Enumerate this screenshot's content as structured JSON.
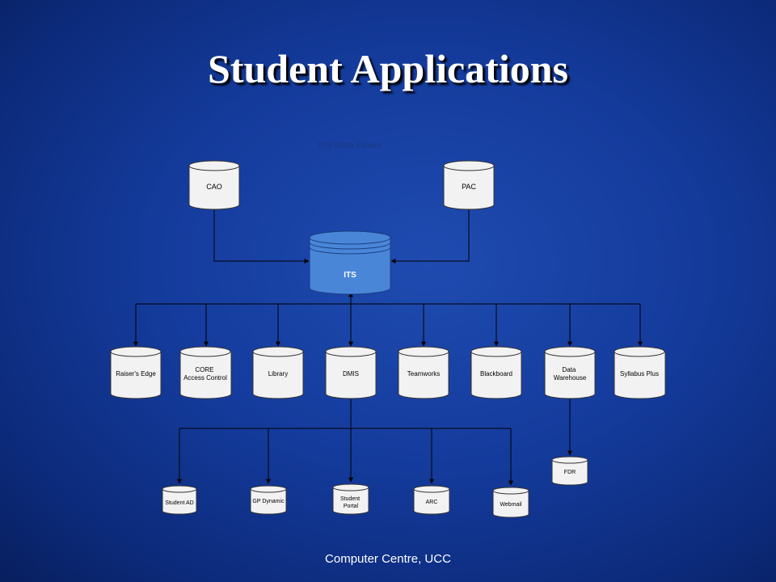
{
  "slide": {
    "title": "Student Applications",
    "footer": "Computer Centre, UCC"
  },
  "diagram": {
    "title": "ITS Data Flows",
    "sources": [
      "CAO",
      "PAC"
    ],
    "hub": "ITS",
    "tier1": [
      "Raiser's Edge",
      "CORE Access Control",
      "Library",
      "DMIS",
      "Teamworks",
      "Blackboard",
      "Data Warehouse",
      "Syllabus Plus"
    ],
    "tier2_dmis": [
      "Student AD",
      "GP Dynamic",
      "Student Portal",
      "ARC",
      "Webmail"
    ],
    "tier2_warehouse": [
      "FDR"
    ],
    "colors": {
      "hub_fill": "#4a86d8",
      "node_fill": "#f2f2f2"
    }
  }
}
